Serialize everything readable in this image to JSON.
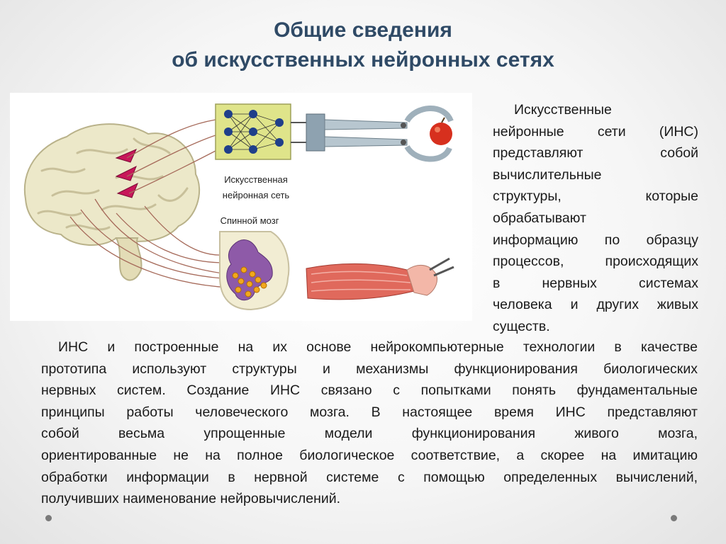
{
  "title": {
    "line1": "Общие сведения",
    "line2": "об искусственных нейронных сетях"
  },
  "figure": {
    "label_ann_line1": "Искусственная",
    "label_ann_line2": "нейронная сеть",
    "label_spine": "Спинной мозг"
  },
  "right_text": [
    "Искусственные",
    "нейронные сети (ИНС)",
    "представляют собой",
    "вычислительные",
    "структуры, которые",
    "обрабатывают",
    "информацию по образцу",
    "процессов, происходящих",
    "в нервных системах",
    "человека и других живых",
    "существ."
  ],
  "body_text": [
    "ИНС и построенные на их основе нейрокомпьютерные технологии в качестве",
    "прототипа используют структуры и механизмы функционирования биологических",
    "нервных систем. Создание ИНС связано с попытками понять фундаментальные",
    "принципы работы человеческого мозга. В настоящее время ИНС представляют",
    "собой весьма упрощенные модели функционирования живого мозга,",
    "ориентированные не на полное биологическое соответствие, а скорее на имитацию",
    "обработки информации в нервной системе с помощью определенных вычислений,",
    "получивших наименование нейровычислений."
  ],
  "colors": {
    "title": "#2f4a66",
    "brain": "#ece8c9",
    "spinal_gray_matter": "#8e5aa8",
    "ann_box": "#dfe48a",
    "ann_node": "#1f3f8a",
    "arrow": "#c8165a",
    "muscle": "#e0695c",
    "apple": "#d7301e"
  }
}
